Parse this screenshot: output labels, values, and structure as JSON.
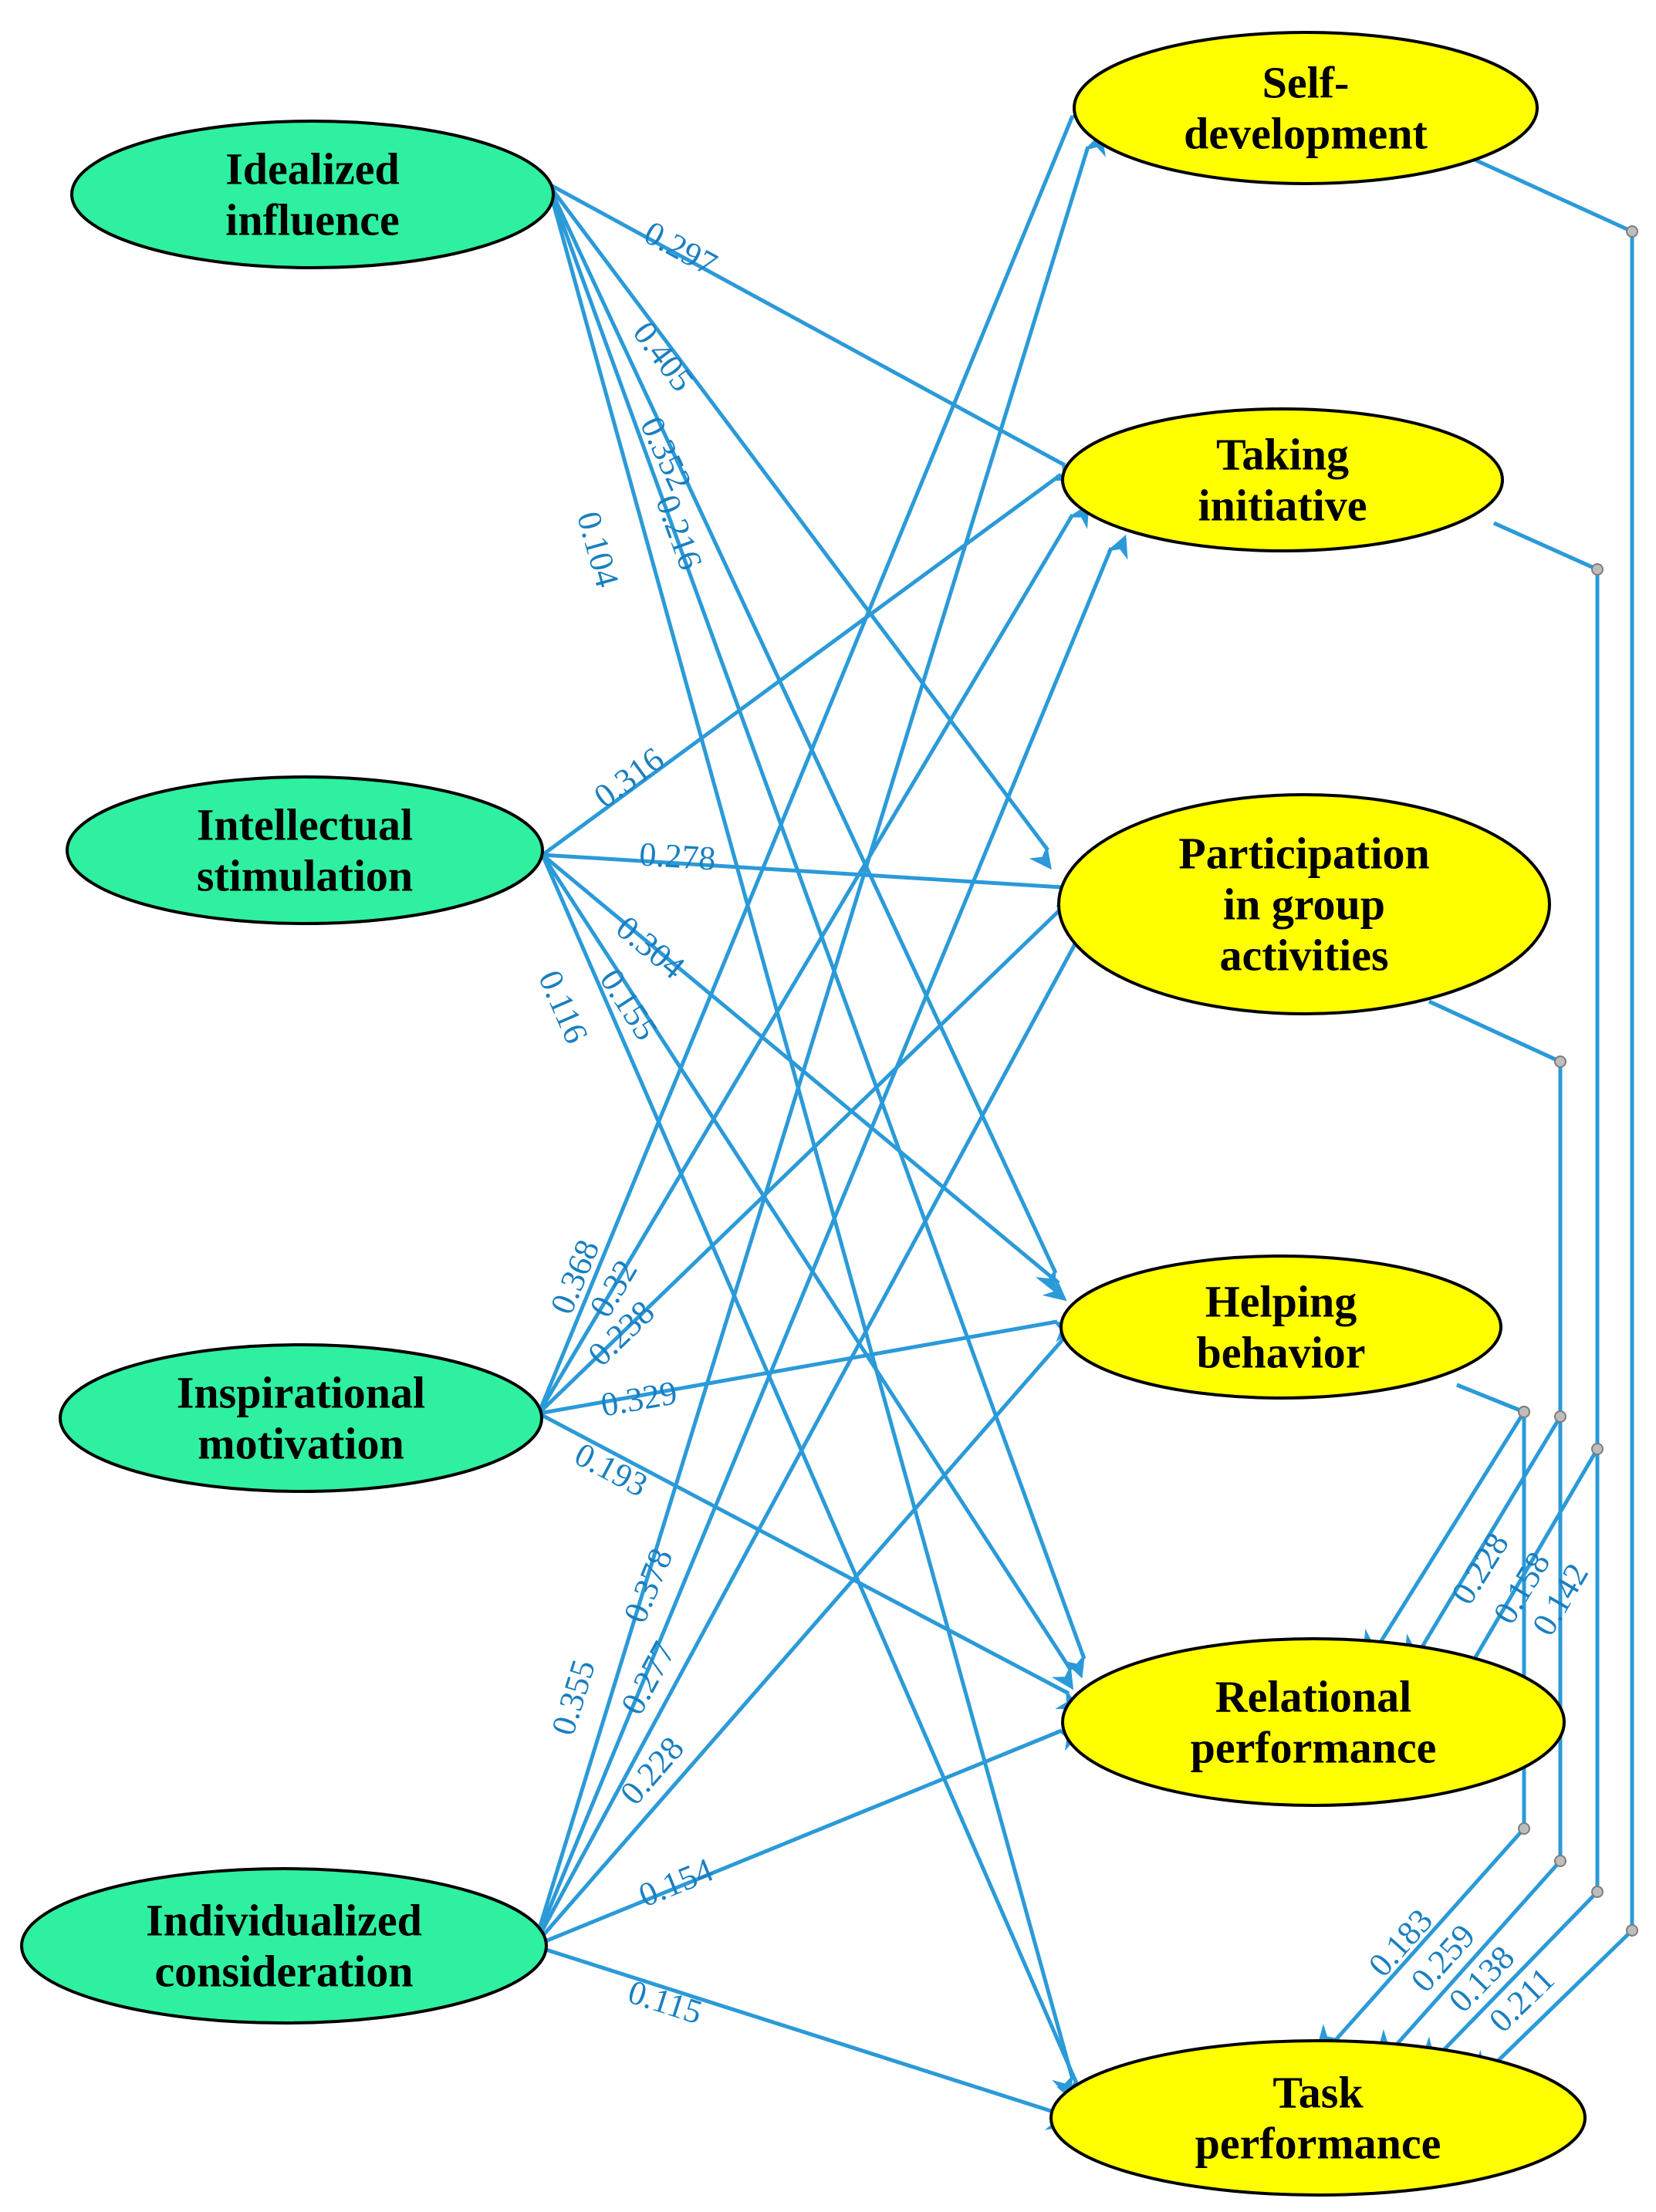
{
  "colors": {
    "predictor_fill": "#2ef0a0",
    "outcome_fill": "#ffff00",
    "node_stroke": "#000000",
    "arrow": "#2b9ad8",
    "label": "#1a7fc0"
  },
  "nodes": {
    "idealized": [
      "Idealized",
      "influence"
    ],
    "intellectual": [
      "Intellectual",
      "stimulation"
    ],
    "inspirational": [
      "Inspirational",
      "motivation"
    ],
    "individualized": [
      "Individualized",
      "consideration"
    ],
    "selfdev": [
      "Self-",
      "development"
    ],
    "initiative": [
      "Taking",
      "initiative"
    ],
    "participation": [
      "Participation",
      "in group",
      "activities"
    ],
    "helping": [
      "Helping",
      "behavior"
    ],
    "relational": [
      "Relational",
      "performance"
    ],
    "task": [
      "Task",
      "performance"
    ]
  },
  "paths": [
    {
      "from": "idealized",
      "to": "initiative",
      "coef": "0.297"
    },
    {
      "from": "idealized",
      "to": "participation",
      "coef": "0.405"
    },
    {
      "from": "idealized",
      "to": "helping",
      "coef": "0.352"
    },
    {
      "from": "idealized",
      "to": "relational",
      "coef": "0.216"
    },
    {
      "from": "idealized",
      "to": "task",
      "coef": "0.104"
    },
    {
      "from": "intellectual",
      "to": "initiative",
      "coef": "0.316"
    },
    {
      "from": "intellectual",
      "to": "participation",
      "coef": "0.278"
    },
    {
      "from": "intellectual",
      "to": "helping",
      "coef": "0.304"
    },
    {
      "from": "intellectual",
      "to": "relational",
      "coef": "0.155"
    },
    {
      "from": "intellectual",
      "to": "task",
      "coef": "0.116"
    },
    {
      "from": "inspirational",
      "to": "selfdev",
      "coef": "0.368"
    },
    {
      "from": "inspirational",
      "to": "initiative",
      "coef": "0.32"
    },
    {
      "from": "inspirational",
      "to": "participation",
      "coef": "0.238"
    },
    {
      "from": "inspirational",
      "to": "helping",
      "coef": "0.329"
    },
    {
      "from": "inspirational",
      "to": "relational",
      "coef": "0.193"
    },
    {
      "from": "individualized",
      "to": "selfdev",
      "coef": "0.355"
    },
    {
      "from": "individualized",
      "to": "initiative",
      "coef": "0.378"
    },
    {
      "from": "individualized",
      "to": "participation",
      "coef": "0.277"
    },
    {
      "from": "individualized",
      "to": "helping",
      "coef": "0.228"
    },
    {
      "from": "individualized",
      "to": "relational",
      "coef": "0.154"
    },
    {
      "from": "individualized",
      "to": "task",
      "coef": "0.115"
    },
    {
      "from": "helping",
      "to": "relational",
      "coef": "0.228"
    },
    {
      "from": "participation",
      "to": "relational",
      "coef": "0.158"
    },
    {
      "from": "initiative",
      "to": "relational",
      "coef": "0.142"
    },
    {
      "from": "helping",
      "to": "task",
      "coef": "0.183"
    },
    {
      "from": "participation",
      "to": "task",
      "coef": "0.259"
    },
    {
      "from": "initiative",
      "to": "task",
      "coef": "0.138"
    },
    {
      "from": "selfdev",
      "to": "task",
      "coef": "0.211"
    }
  ]
}
